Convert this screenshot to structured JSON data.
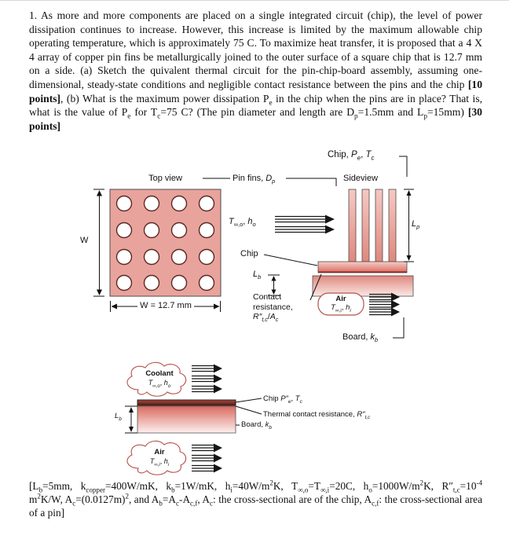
{
  "problem": {
    "html": "1. As more and more components are placed on a single integrated circuit (chip), the level of power dissipation continues to increase. However, this increase is limited by the maximum allowable chip operating temperature, which is approximately 75 C. To maximize heat transfer, it is proposed that a 4 X 4 array of copper pin fins be metallurgically joined to the outer surface of a square chip that is 12.7 mm on a side. (a) Sketch the quivalent thermal circuit for the pin-chip-board assembly, assuming one-dimensional, steady-state conditions and negligible contact resistance between the pins and the chip <b>[10 points]</b>, (b) What is the maximum power dissipation P<sub>e</sub> in the chip when the pins are in place? That is, what is the value of P<sub>e</sub> for T<sub>c</sub>=75 C? (The pin diameter and length are D<sub>p</sub>=1.5mm and L<sub>p</sub>=15mm) <b>[30 points]</b>"
  },
  "fig1": {
    "chip_header": "Chip, <i>P<sub>e</sub></i>, <i>T<sub>c</sub></i>",
    "top_view": "Top view",
    "pin_fins": "Pin fins, <i>D<sub>p</sub></i>",
    "sideview": "Sideview",
    "coolant": "<i>T</i><sub>∞,o</sub>, <i>h<sub>o</sub></i>",
    "w": "W",
    "w_dim": "W = 12.7 mm",
    "chip": "Chip",
    "l_b": "<i>L<sub>b</sub></i>",
    "l_p": "<i>L<sub>p</sub></i>",
    "contact": "Contact resistance, <i>R″<sub>t,c</sub></i>/<i>A<sub>c</sub></i>",
    "air_title": "Air",
    "air_sub": "<i>T</i><sub>∞,i</sub>, <i>h<sub>i</sub></i>",
    "board": "Board, <i>k<sub>b</sub></i>"
  },
  "fig2": {
    "coolant_title": "Coolant",
    "coolant_sub": "<i>T</i><sub>∞,o</sub>, <i>h<sub>o</sub></i>",
    "l_b": "<i>L<sub>b</sub></i>",
    "chip": "Chip <i>P″<sub>e</sub></i>, <i>T<sub>c</sub></i>",
    "contact": "Thermal contact resistance, <i>R″<sub>t,c</sub></i>",
    "board": "Board, <i>k<sub>b</sub></i>",
    "air_title": "Air",
    "air_sub": "<i>T</i><sub>∞,i</sub>, <i>h<sub>i</sub></i>"
  },
  "footer": {
    "html": "[L<sub>b</sub>=5mm, k<sub>copper</sub>=400W/mK, k<sub>b</sub>=1W/mK, h<sub>i</sub>=40W/m<sup>2</sup>K, T<sub>∞,o</sub>=T<sub>∞,i</sub>=20C, h<sub>o</sub>=1000W/m<sup>2</sup>K, R″<sub>t,c</sub>=10<sup>-4</sup> m<sup>2</sup>K/W, A<sub>c</sub>=(0.0127m)<sup>2</sup>, and A<sub>b</sub>=A<sub>c</sub>-A<sub>c,f</sub>, A<sub>c</sub>: the cross-sectional are of the chip, A<sub>c,f</sub>: the cross-sectional area of a pin]"
  },
  "colors": {
    "chip_salmon": "#e8a39c",
    "pin_outline": "#5d2823",
    "interface_red": "#8c2218",
    "cloud_stroke": "#b5524b",
    "line_black": "#161616"
  }
}
